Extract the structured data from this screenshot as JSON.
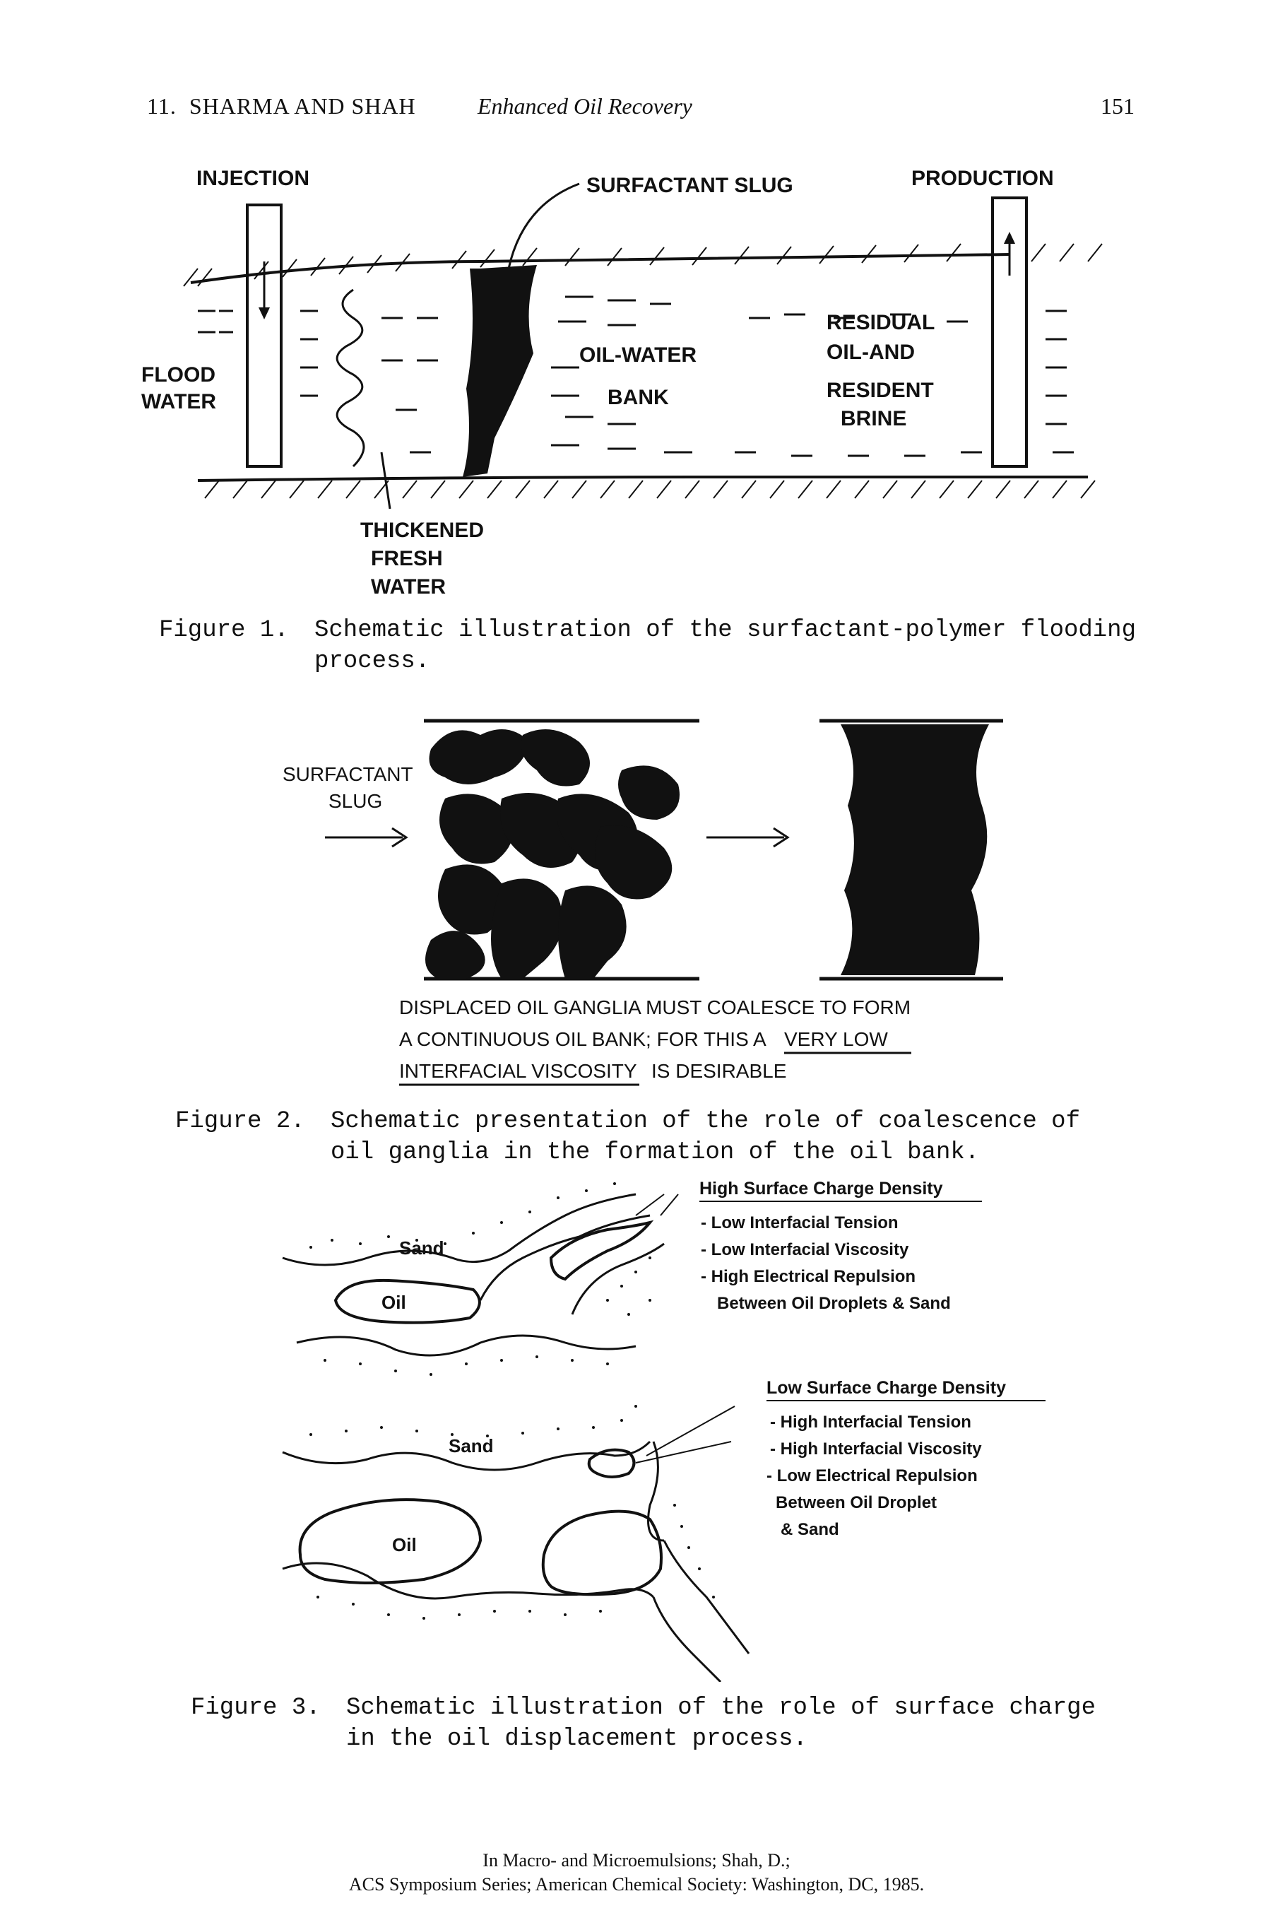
{
  "header": {
    "chapter": "11.",
    "authors": "SHARMA AND SHAH",
    "title": "Enhanced Oil Recovery",
    "page": "151"
  },
  "figure1": {
    "labels": {
      "injection": "INJECTION",
      "production": "PRODUCTION",
      "surfactant_slug": "SURFACTANT SLUG",
      "flood": "FLOOD",
      "water": "WATER",
      "oil_water": "OIL-WATER",
      "bank": "BANK",
      "residual": "RESIDUAL",
      "oil_and": "OIL-AND",
      "resident": "RESIDENT",
      "brine": "BRINE",
      "thickened": "THICKENED",
      "fresh": "FRESH",
      "water2": "WATER"
    },
    "caption_label": "Figure 1.",
    "caption_line1": "Schematic illustration of the surfactant-polymer flooding",
    "caption_line2": "process."
  },
  "figure2": {
    "labels": {
      "surfactant": "SURFACTANT",
      "slug": "SLUG",
      "line1": "DISPLACED OIL GANGLIA MUST COALESCE TO FORM",
      "line2a": "A CONTINUOUS OIL BANK; FOR THIS A",
      "line2b": "VERY LOW",
      "line3a": "INTERFACIAL VISCOSITY",
      "line3b": "IS DESIRABLE"
    },
    "caption_label": "Figure 2.",
    "caption_line1": "Schematic presentation of the role of coalescence of",
    "caption_line2": "oil ganglia in the formation of the oil bank."
  },
  "figure3": {
    "top": {
      "heading": "High Surface Charge Density",
      "items": [
        "- Low Interfacial Tension",
        "- Low Interfacial Viscosity",
        "- High Electrical Repulsion",
        "Between Oil Droplets & Sand"
      ],
      "sand": "Sand",
      "oil": "Oil"
    },
    "bottom": {
      "heading": "Low Surface Charge Density",
      "items": [
        "- High Interfacial Tension",
        "- High Interfacial Viscosity",
        "- Low Electrical Repulsion",
        "Between Oil Droplet",
        "& Sand"
      ],
      "sand": "Sand",
      "oil": "Oil"
    },
    "caption_label": "Figure 3.",
    "caption_line1": "Schematic illustration of the role of surface charge",
    "caption_line2": "in the oil displacement process."
  },
  "footer": {
    "line1": "In Macro- and Microemulsions; Shah, D.;",
    "line2": "ACS Symposium Series; American Chemical Society: Washington, DC, 1985."
  }
}
